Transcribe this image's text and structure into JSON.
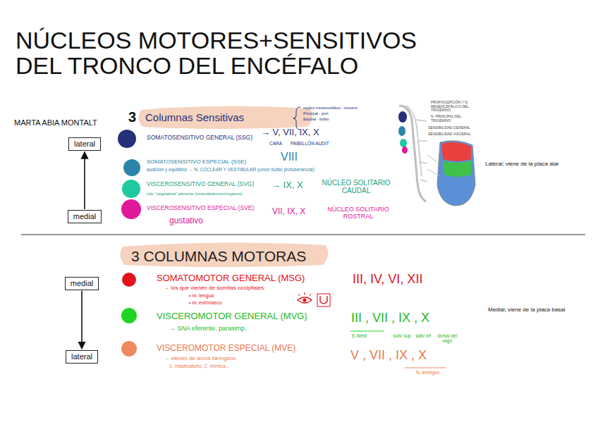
{
  "diagram": {
    "title": "NÚCLEOS MOTORES+SENSITIVOS DEL TRONCO DEL ENCÉFALO",
    "nodes": [
      {
        "text": [
          "lateral"
        ]
      },
      {
        "text": [
          "medial"
        ]
      },
      {
        "text": [
          "medial"
        ]
      },
      {
        "text": [
          "lateral"
        ]
      }
    ],
    "edges": [
      {
        "from": 1,
        "to": 0,
        "arrow": "to"
      },
      {
        "from": 2,
        "to": 3,
        "arrow": "to"
      }
    ],
    "labels": [
      "MARTA ABIA MONTALT",
      "3",
      "Columnas Sensitivas",
      "núcleo mesencefálico - mesenc",
      "Principal - prot",
      "Espinal - bulbo",
      "→ V, VII, IX, X",
      "CARA",
      "PABELLÓN AUDIT",
      "VIII",
      "audición y equilibrio → N. COCLEAR Y VESTIBULAR (unión bulbo protuberancial)",
      "info \"vegetativa\" aferente (tórax/abdomen/órganos)",
      "→ IX, X",
      "NÚCLEO SOLITARIO CAUDAL",
      "gustativo",
      "VII, IX, X",
      "NÚCLEO SOLITARIO ROSTRAL",
      "PROPIOCEPCIÓN Y N. MESENCEFÁLICO DEL TRIGÉMINO",
      "N. PRINCIPAL DEL TRIGÉMINO",
      "SENSIBILIDAD GENERAL",
      "SENSIBILIDAD VISCERAL",
      "Lateral; viene de la placa alar",
      "3 COLUMNAS MOTORAS",
      "→ los que vienen de somitas occipitales",
      "• m. lengua",
      "• m. extrínseco",
      "III, IV, VI, XII",
      "→ SNA eferente, parasimp.",
      "III , VII , IX , X",
      "E-West",
      "saliv sup",
      "saliv inf",
      "dorsal del vago",
      "→ vienen de arcos faríngeos",
      "1. masticatorio; 2. mímica...",
      "V , VII , IX , X",
      "N. ambiguo",
      "Medial; viene de la placa basal"
    ],
    "legend": [
      {
        "text": "SOMATOSENSITIVO GENERAL (SSG)",
        "color": "#25307a"
      },
      {
        "text": "SOMATOSENSITIVO ESPECIAL (SSE)",
        "color": "#2d84a8"
      },
      {
        "text": "VISCEROSENSITIVO GENERAL (SVG)",
        "color": "#1fc9a0"
      },
      {
        "text": "VISCEROSENSITIVO ESPECIAL (SVE)",
        "color": "#e0189a"
      },
      {
        "text": "SOMATOMOTOR GENERAL (MSG)",
        "color": "#e3121b"
      },
      {
        "text": "VISCEROMOTOR GENERAL (MVG)",
        "color": "#22d422"
      },
      {
        "text": "VISCEROMOTOR ESPECIAL (MVE)",
        "color": "#f08a60"
      }
    ]
  }
}
